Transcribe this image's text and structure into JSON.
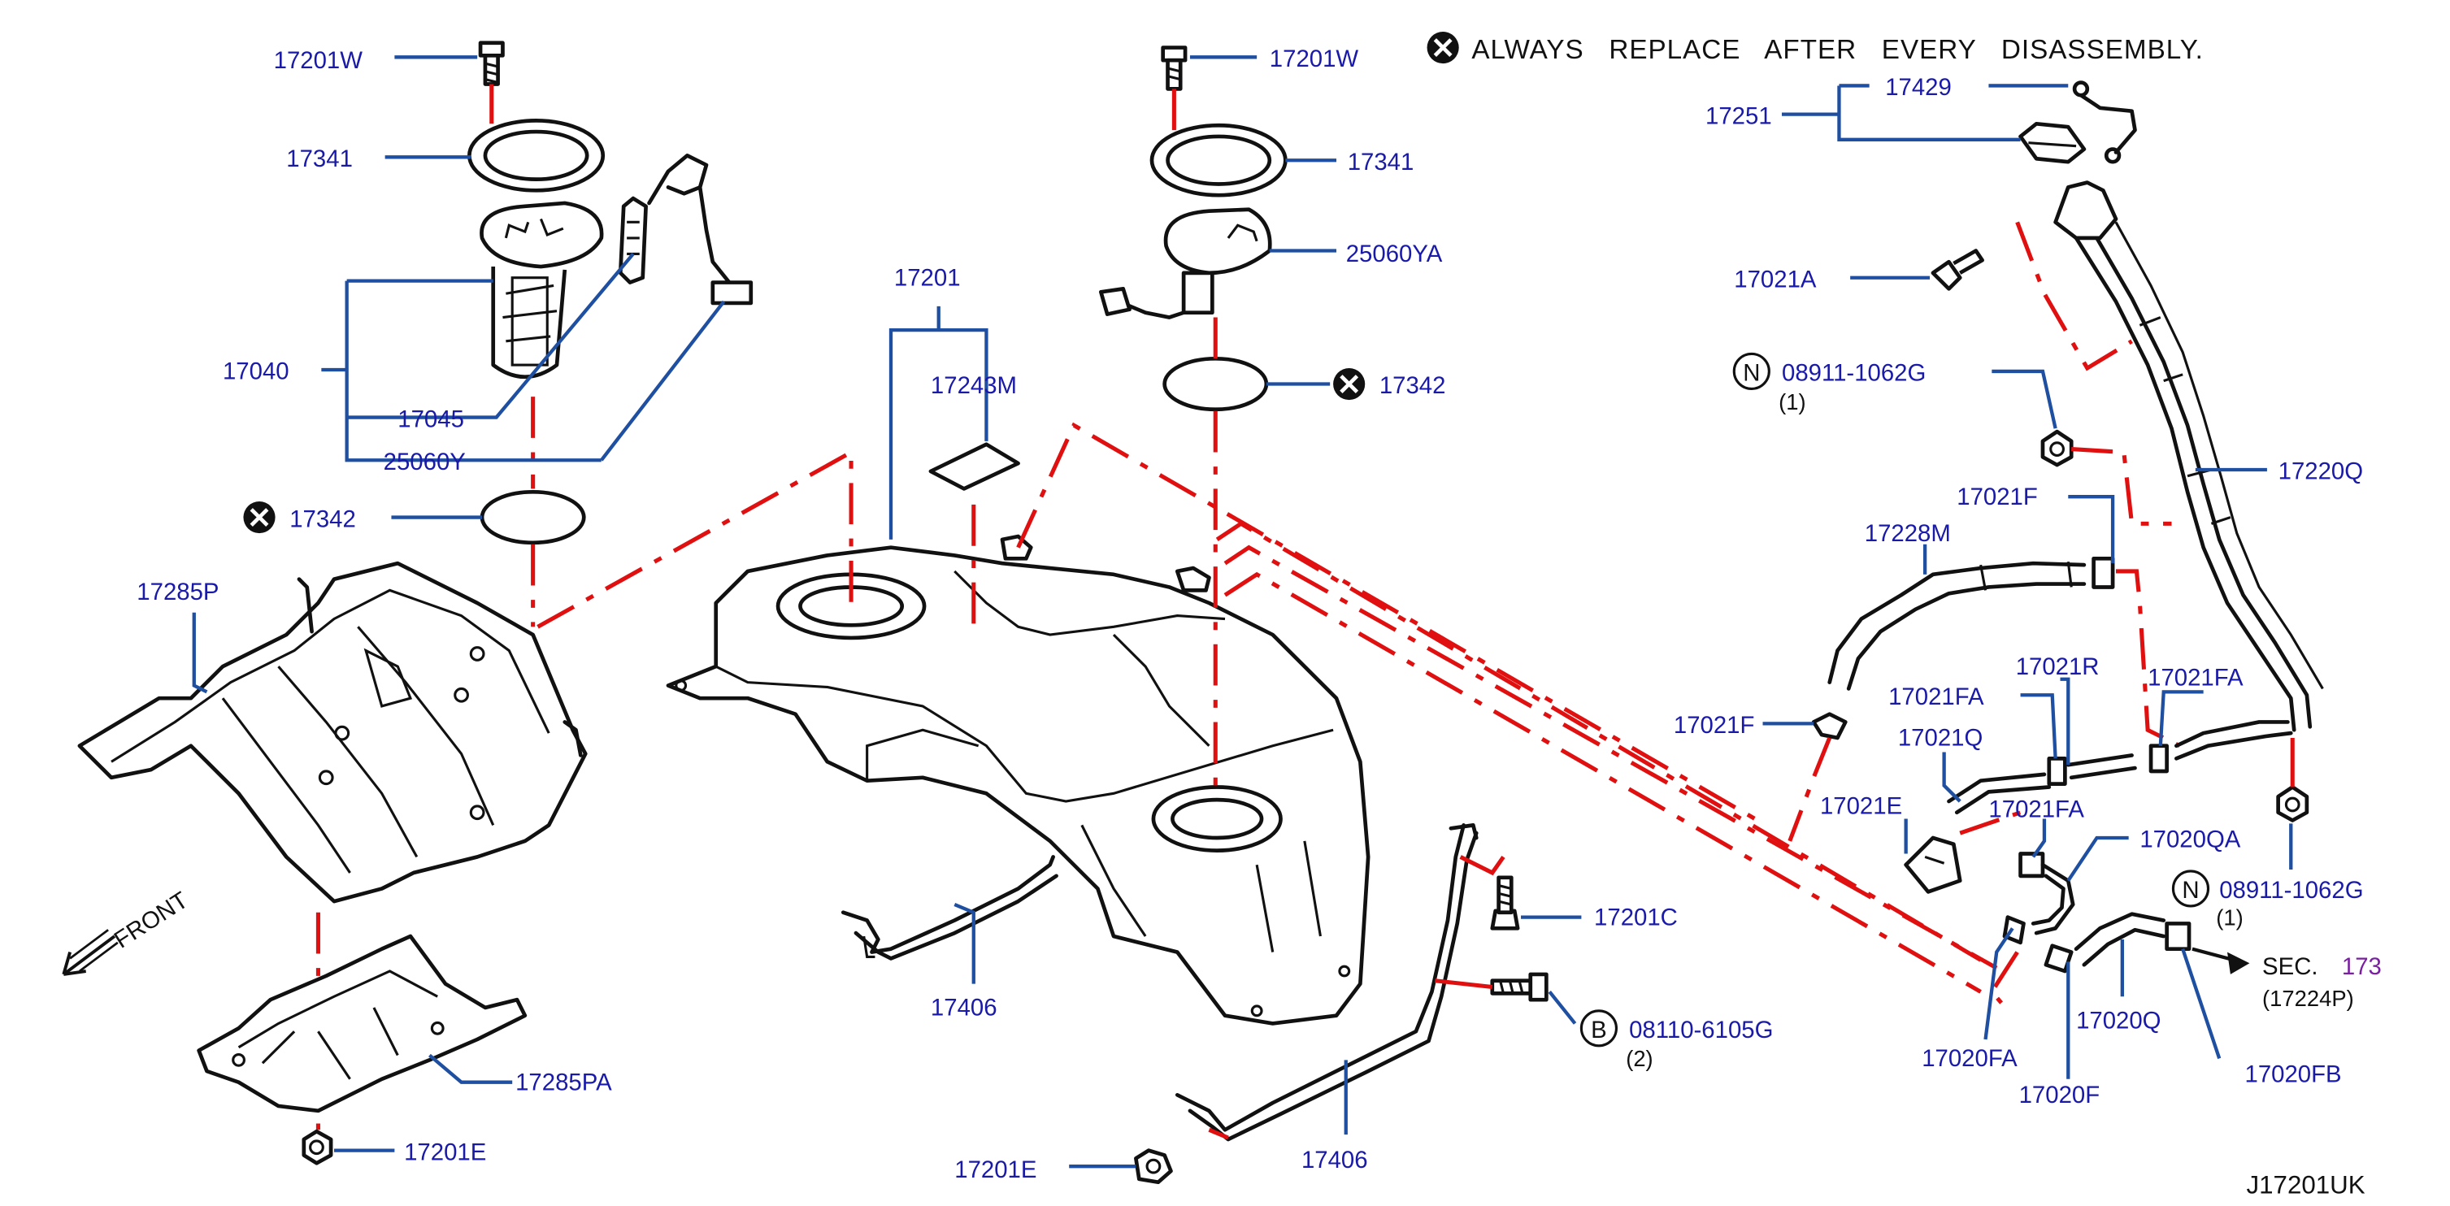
{
  "diagram_code": "J17201UK",
  "note": {
    "icon": "x-circle-icon",
    "text": "ALWAYS   REPLACE   AFTER   EVERY   DISASSEMBLY."
  },
  "front_label": "FRONT",
  "section_ref": {
    "prefix": "SEC.",
    "number": "173",
    "sub": "(17224P)"
  },
  "labels": {
    "l17201W_a": "17201W",
    "l17341_a": "17341",
    "l17040": "17040",
    "l17045": "17045",
    "l25060Y": "25060Y",
    "l17342_a": "17342",
    "l17285P": "17285P",
    "l17285PA": "17285PA",
    "l17201E_a": "17201E",
    "l17201": "17201",
    "l17243M": "17243M",
    "l17201W_b": "17201W",
    "l17341_b": "17341",
    "l25060YA": "25060YA",
    "l17342_b": "17342",
    "l17406_a": "17406",
    "l17406_b": "17406",
    "l17201C": "17201C",
    "l08110": "08110-6105G",
    "l08110_qty": "(2)",
    "l17201E_b": "17201E",
    "l17251": "17251",
    "l17429": "17429",
    "l17021A": "17021A",
    "l08911_a": "08911-1062G",
    "l08911_a_qty": "(1)",
    "l17220Q": "17220Q",
    "l17021F_a": "17021F",
    "l17228M": "17228M",
    "l17021F_b": "17021F",
    "l17021FA_a": "17021FA",
    "l17021R": "17021R",
    "l17021FA_b": "17021FA",
    "l17021Q": "17021Q",
    "l17021E": "17021E",
    "l17021FA_c": "17021FA",
    "l17020QA": "17020QA",
    "l08911_b": "08911-1062G",
    "l08911_b_qty": "(1)",
    "l17020FA": "17020FA",
    "l17020Q": "17020Q",
    "l17020F": "17020F",
    "l17020FB": "17020FB"
  },
  "circle_marks": {
    "n_a": "N",
    "n_b": "N",
    "b": "B"
  }
}
